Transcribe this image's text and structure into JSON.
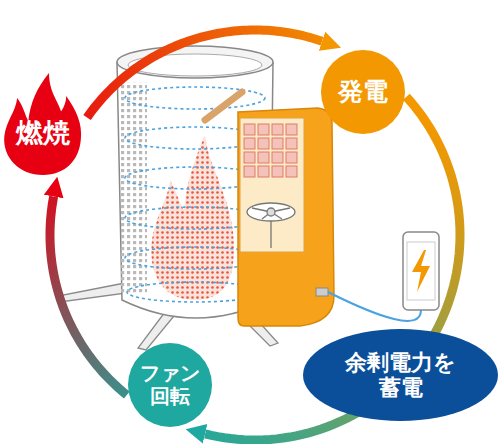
{
  "diagram": {
    "nodes": [
      {
        "text": [
          "燃焼"
        ]
      },
      {
        "text": [
          "発電"
        ]
      },
      {
        "text": [
          "ファン 回転"
        ]
      },
      {
        "text": [
          "余剰電力を 蓄電"
        ]
      }
    ],
    "edges": [
      {
        "from": 0,
        "to": 1,
        "arrow": "to"
      },
      {
        "from": 1,
        "to": 2,
        "arrow": "to"
      },
      {
        "from": 2,
        "to": 0,
        "arrow": "to"
      }
    ]
  }
}
